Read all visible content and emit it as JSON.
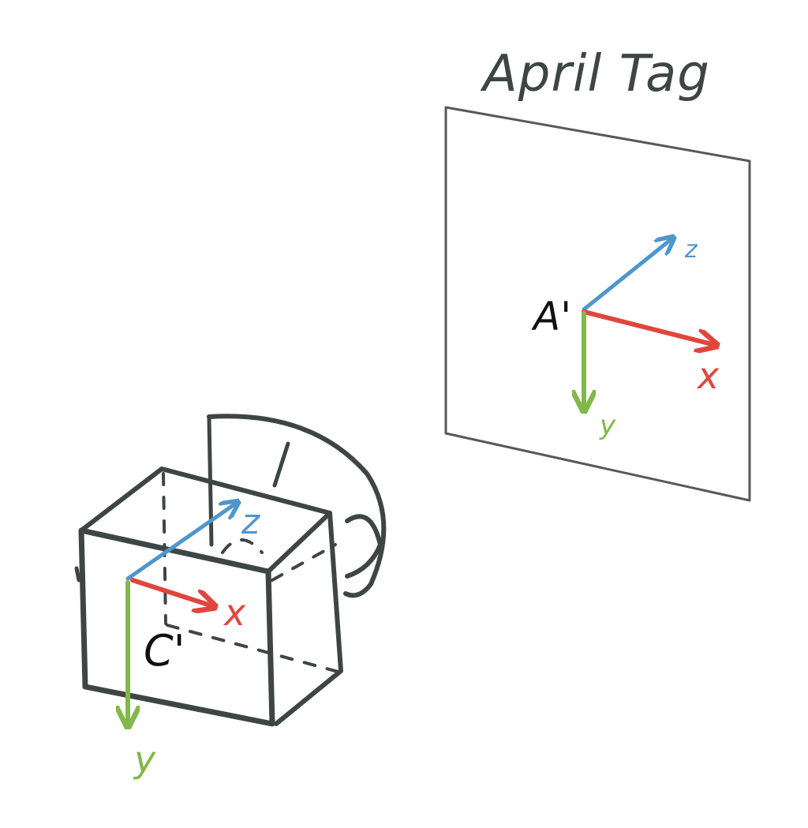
{
  "tag": {
    "title": "April Tag",
    "origin_label": "A'",
    "axes": {
      "x": "x",
      "y": "y",
      "z": "z"
    }
  },
  "camera": {
    "origin_label": "C'",
    "axes": {
      "x": "x",
      "y": "y",
      "z": "z"
    }
  },
  "colors": {
    "x_axis": "#e0463e",
    "y_axis": "#82b84a",
    "z_axis": "#4f96cc",
    "ink": "#3e4645",
    "label_ink": "#111111"
  }
}
